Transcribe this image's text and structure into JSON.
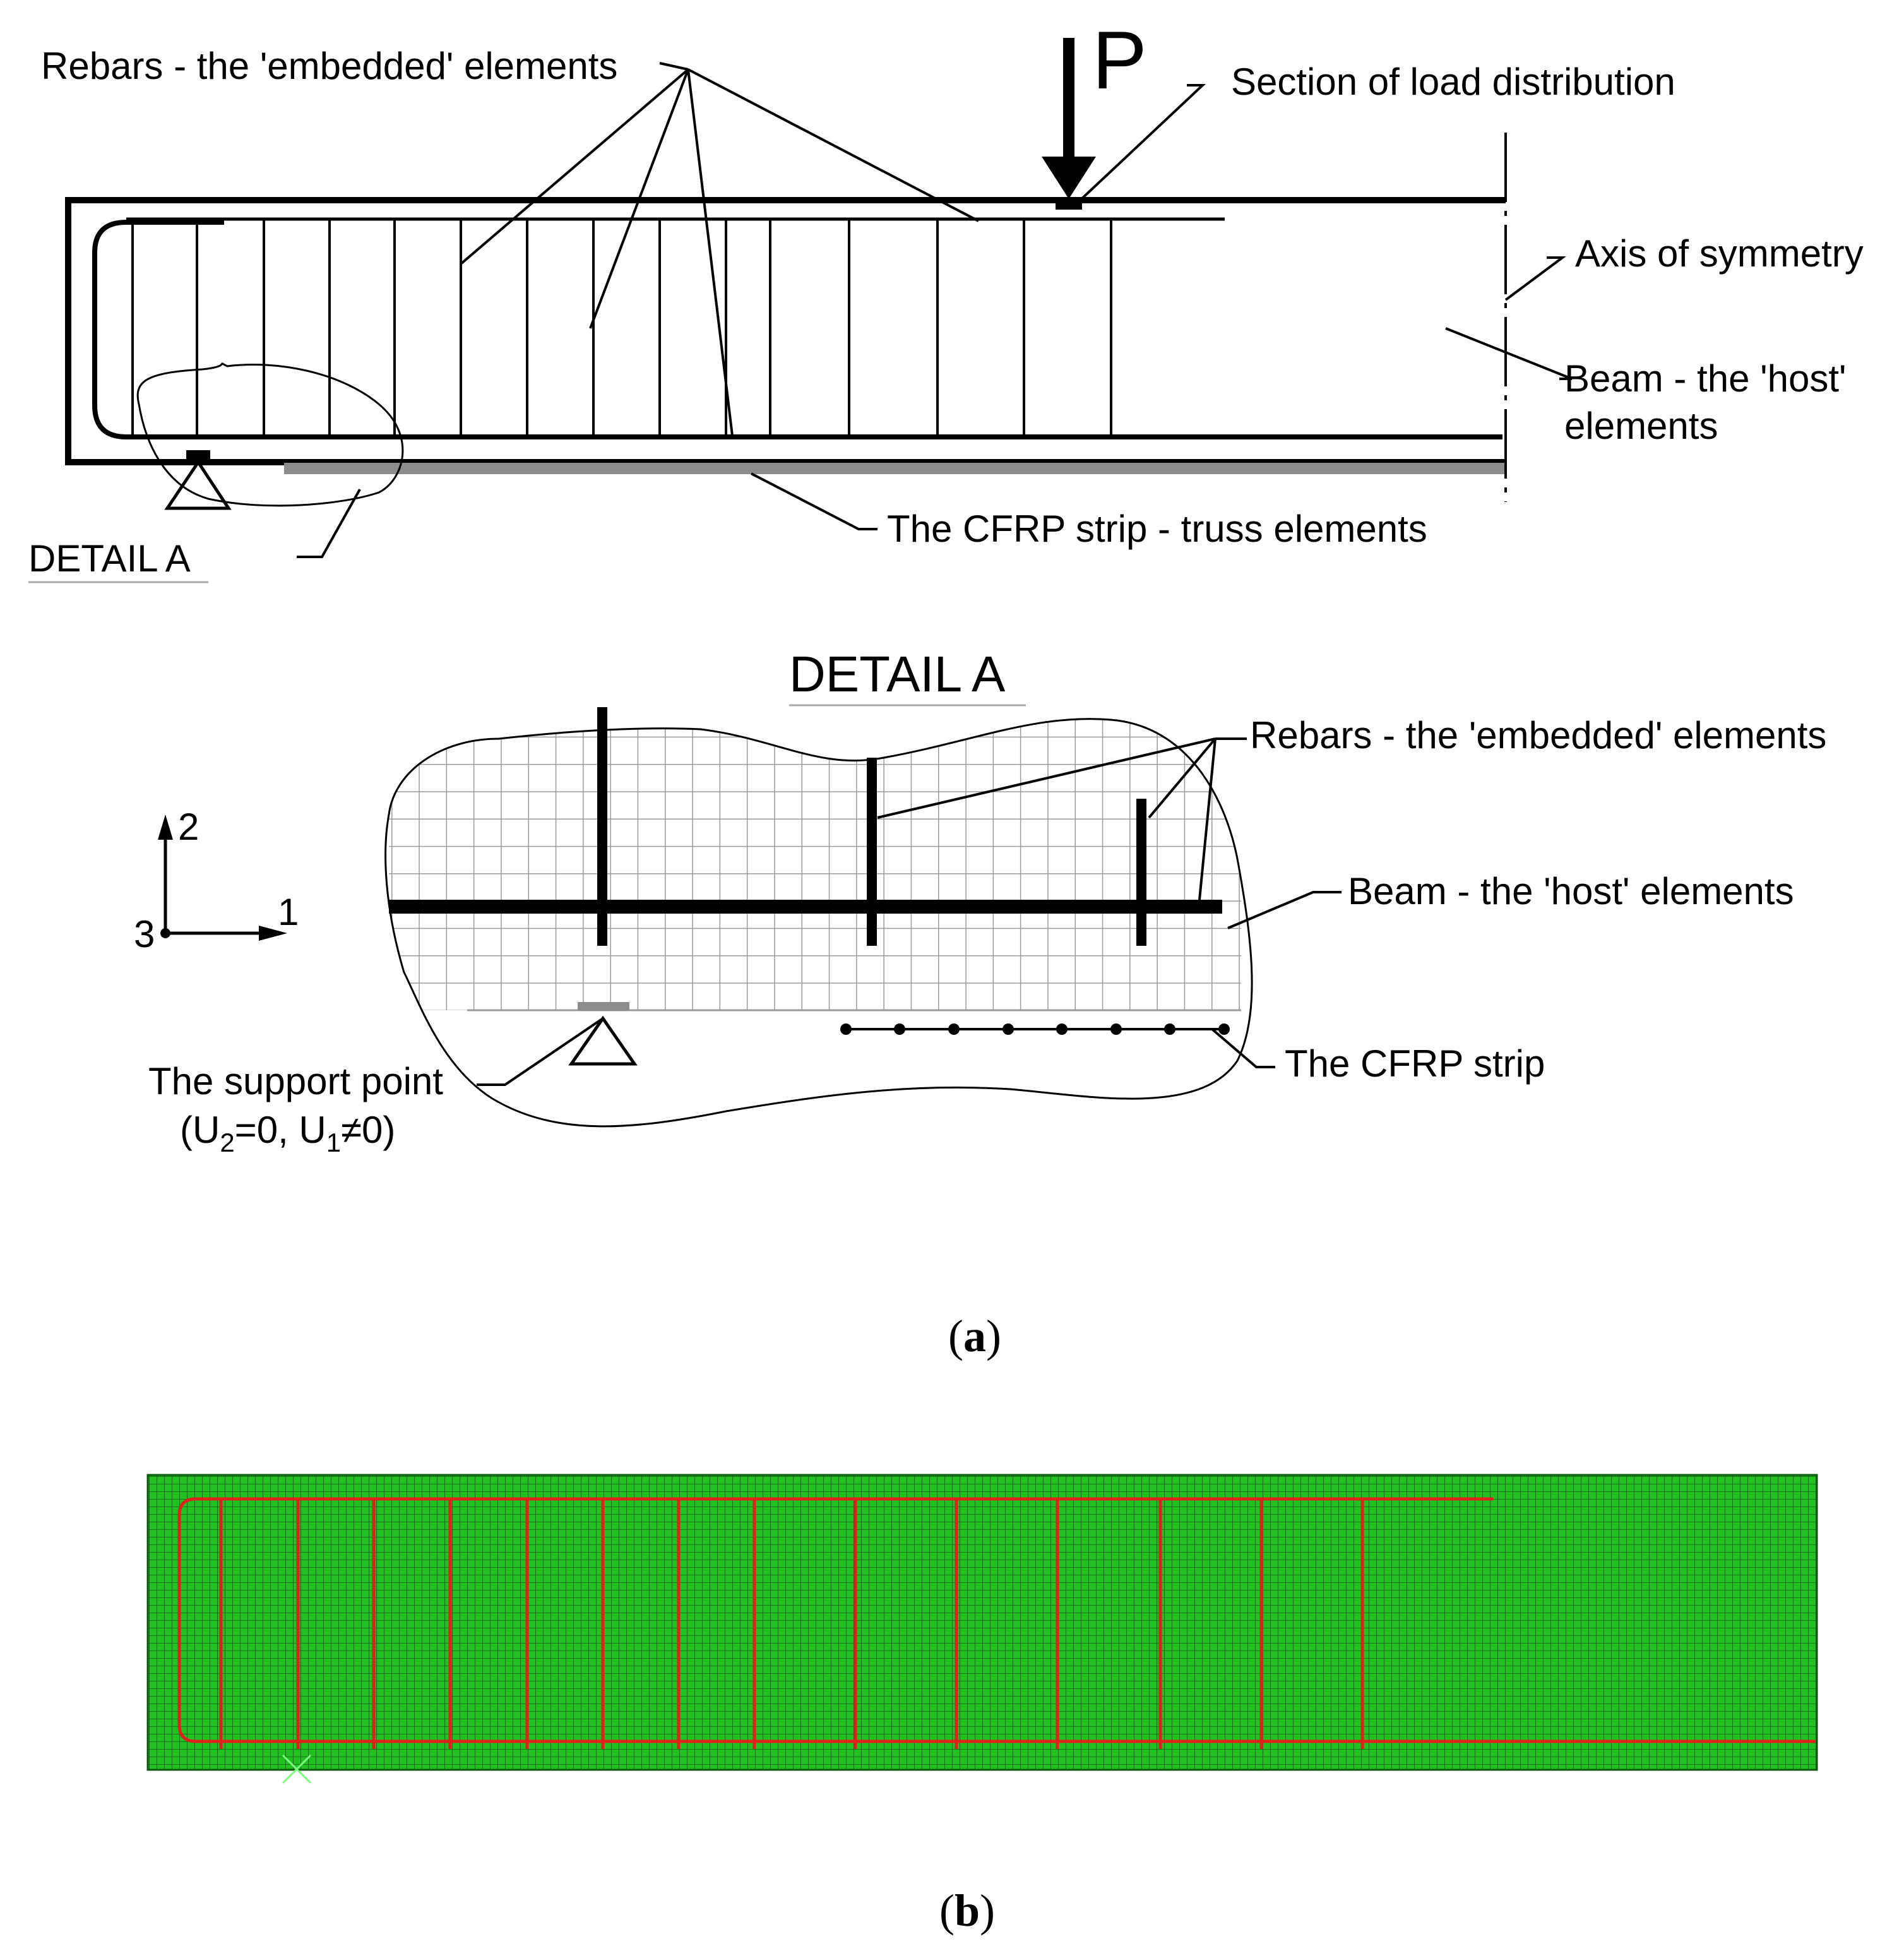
{
  "panel_a": {
    "overview": {
      "load_symbol": "P",
      "labels": {
        "rebars": "Rebars - the 'embedded' elements",
        "load_section": "Section of load distribution",
        "axis_symmetry": "Axis of symmetry",
        "beam_line1": "Beam - the 'host'",
        "beam_line2": "elements",
        "cfrp": "The CFRP strip - truss elements",
        "detail_ref": "DETAIL A"
      }
    },
    "detail": {
      "title": "DETAIL A",
      "labels": {
        "rebars": "Rebars - the 'embedded' elements",
        "beam": "Beam - the 'host' elements",
        "cfrp": "The CFRP strip",
        "support_line1": "The support point",
        "support_line2_a": "(U",
        "support_line2_sub1": "2",
        "support_line2_b": "=0, U",
        "support_line2_sub2": "1",
        "support_line2_c": "≠0)"
      },
      "axes": {
        "axis_2": "2",
        "axis_1": "1",
        "axis_3": "3"
      }
    },
    "caption_open": "(",
    "caption_letter": "a",
    "caption_close": ")"
  },
  "panel_b": {
    "colors": {
      "mesh_fill": "#1fc21f",
      "mesh_line": "#0a5a0a",
      "rebar": "#e0201a",
      "support_mark": "#7cff7c"
    },
    "caption_open": "(",
    "caption_letter": "b",
    "caption_close": ")"
  }
}
